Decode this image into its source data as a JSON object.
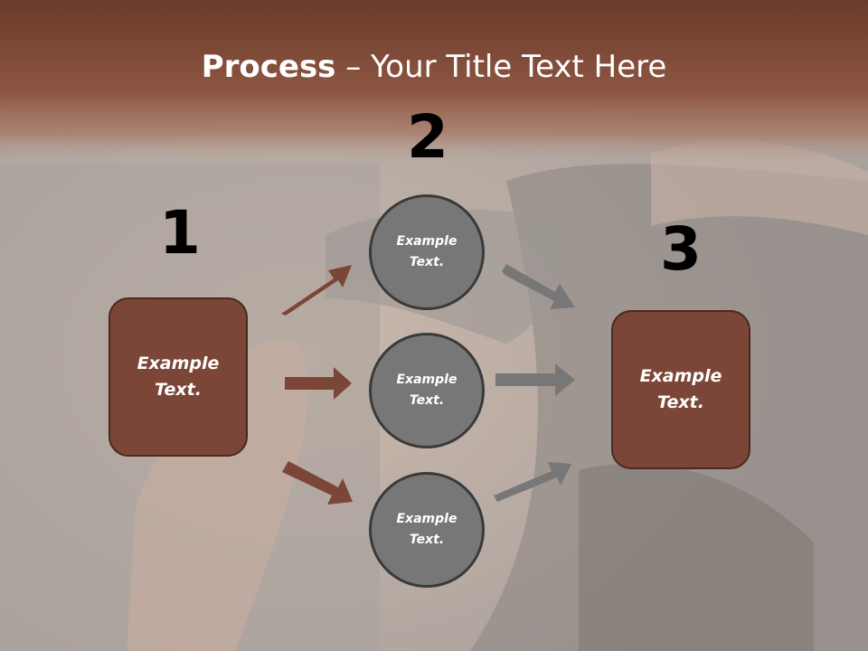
{
  "slide": {
    "title_bold": "Process",
    "title_rest": " – Your Title Text Here"
  },
  "steps": {
    "step1_number": "1",
    "step2_number": "2",
    "step3_number": "3"
  },
  "left_box": {
    "line1": "Example",
    "line2": "Text."
  },
  "right_box": {
    "line1": "Example",
    "line2": "Text."
  },
  "circles": [
    {
      "line1": "Example",
      "line2": "Text."
    },
    {
      "line1": "Example",
      "line2": "Text."
    },
    {
      "line1": "Example",
      "line2": "Text."
    }
  ],
  "colors": {
    "header_brown": "#8a5240",
    "box_brown": "#7b4637",
    "circle_gray": "#777777",
    "arrow_brown": "#7b4637",
    "arrow_gray": "#777777"
  }
}
